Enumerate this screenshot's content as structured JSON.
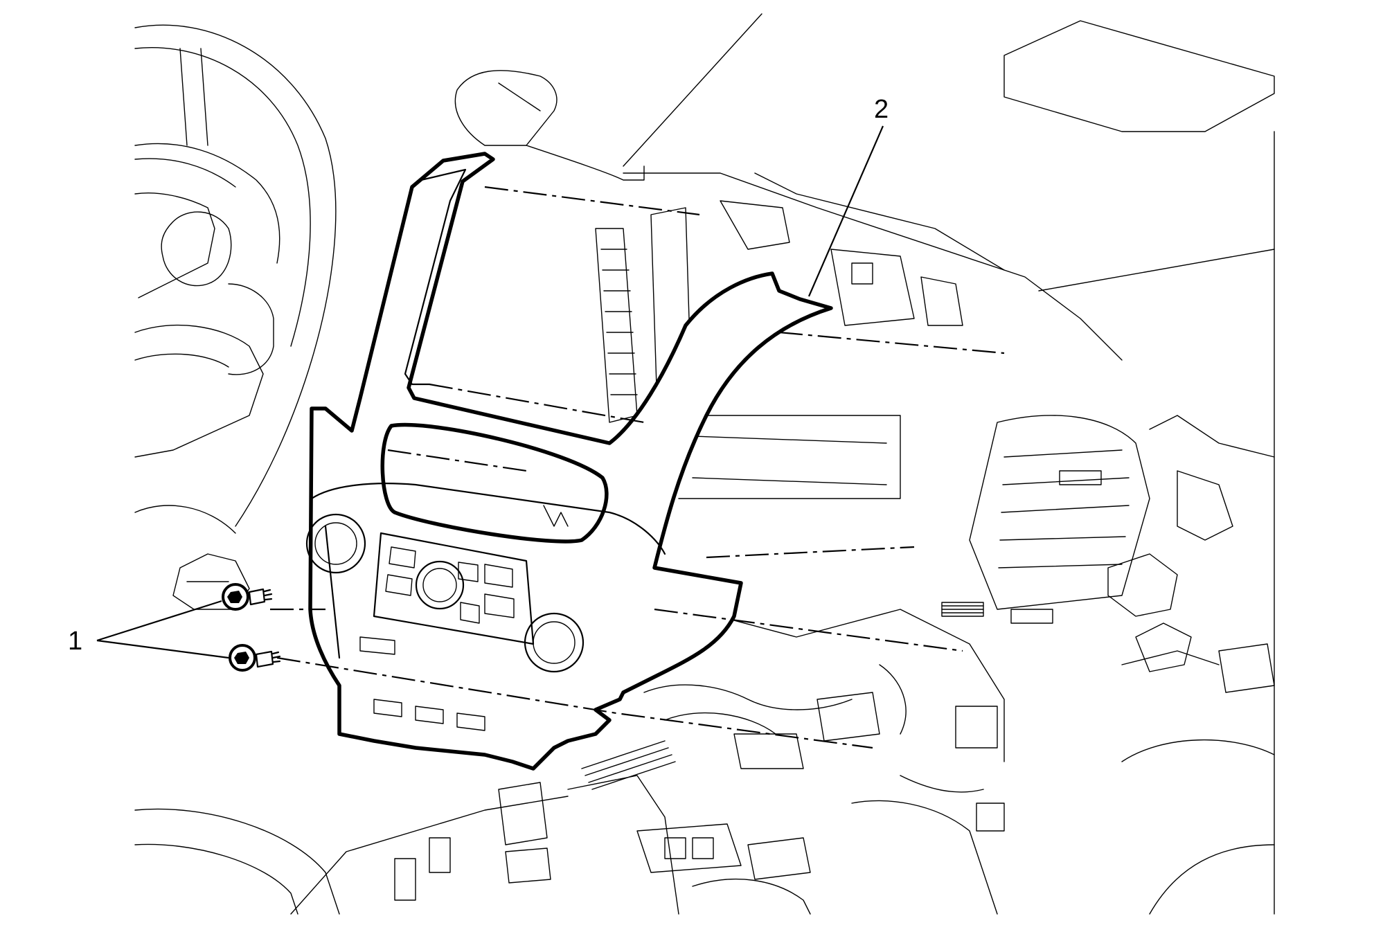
{
  "callouts": [
    {
      "number": "1",
      "part": "bolts"
    },
    {
      "number": "2",
      "part": "instrument-panel-center-trim-plate"
    }
  ]
}
